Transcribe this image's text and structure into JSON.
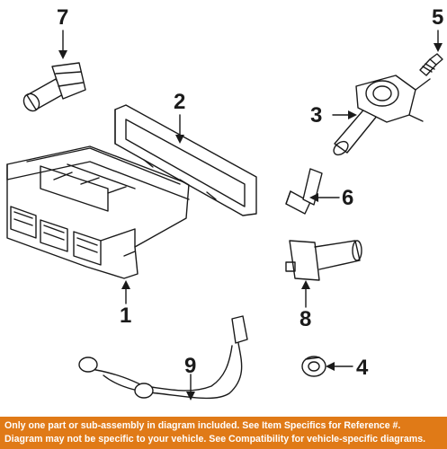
{
  "callouts": {
    "c1": "1",
    "c2": "2",
    "c3": "3",
    "c4": "4",
    "c5": "5",
    "c6": "6",
    "c7": "7",
    "c8": "8",
    "c9": "9"
  },
  "footer": {
    "line1": "Only one part or sub-assembly in diagram included. See Item Specifics for Reference #.",
    "line2": "Diagram may not be specific to your vehicle. See Compatibility for vehicle-specific diagrams."
  },
  "colors": {
    "line_art": "#1a1a1a",
    "footer_background": "#e07a17",
    "footer_text": "#ffffff"
  }
}
